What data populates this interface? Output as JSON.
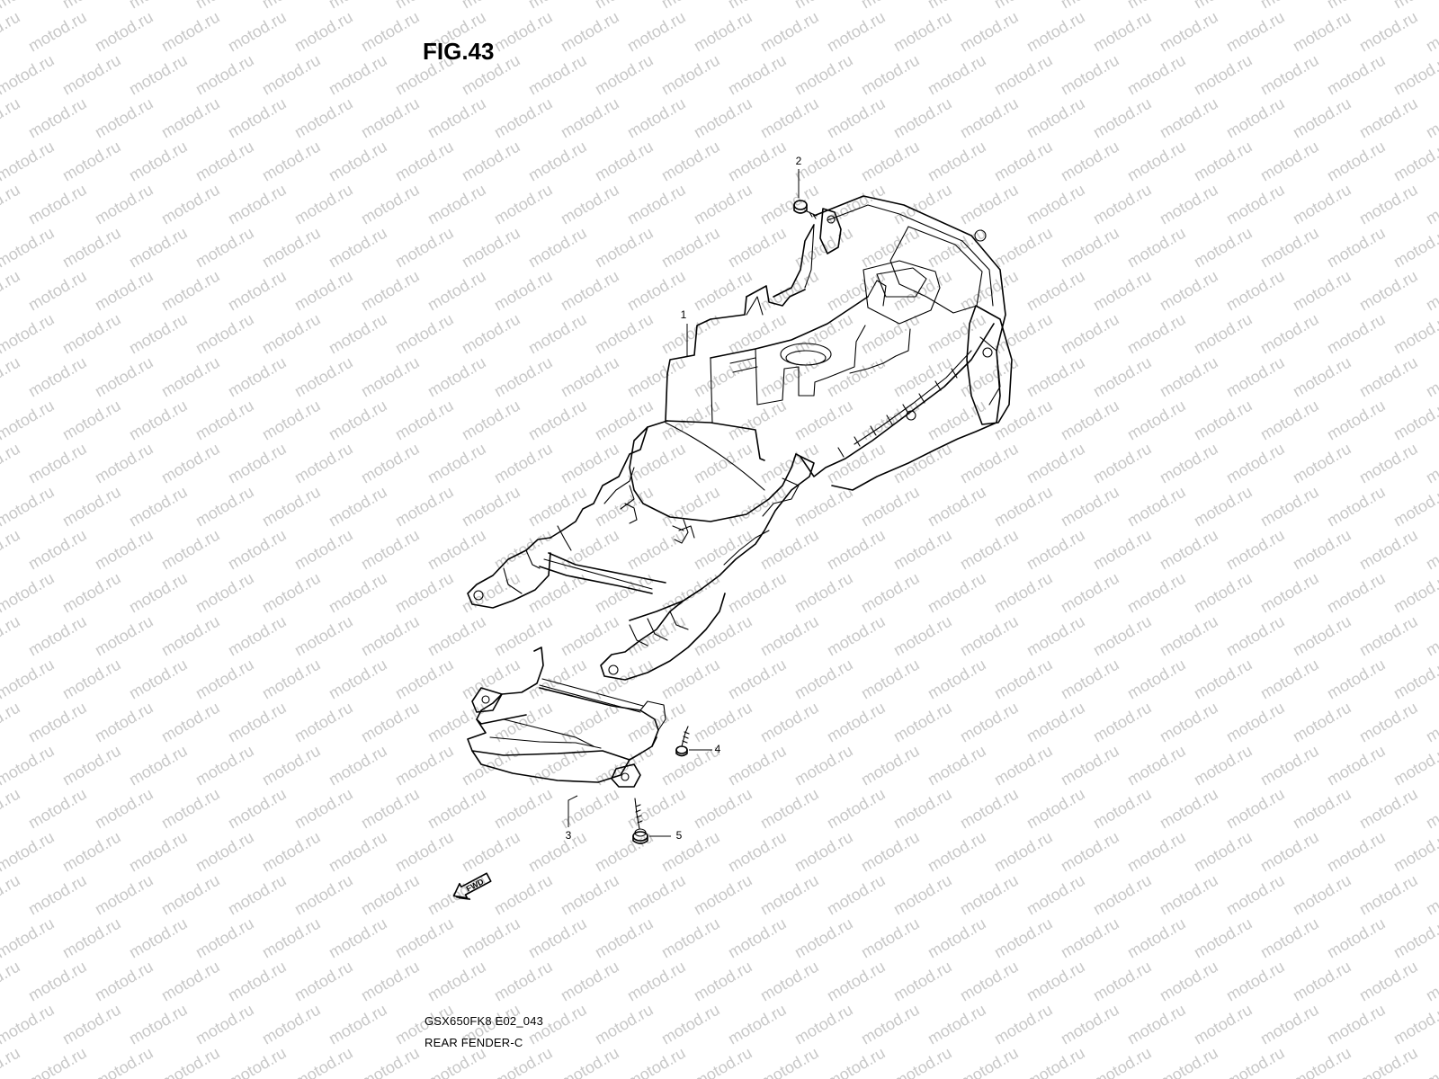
{
  "figure": {
    "title": "FIG.43",
    "model_code": "GSX650FK8 E02_043",
    "name": "REAR FENDER-C"
  },
  "callouts": [
    {
      "id": "1",
      "label": "1"
    },
    {
      "id": "2",
      "label": "2"
    },
    {
      "id": "3",
      "label": "3"
    },
    {
      "id": "4",
      "label": "4"
    },
    {
      "id": "5",
      "label": "5"
    }
  ],
  "direction_arrow": {
    "label": "FWD"
  },
  "watermark": {
    "text": "motod.ru",
    "color": "#c8c8c8"
  },
  "colors": {
    "line": "#000000",
    "background": "#ffffff"
  }
}
